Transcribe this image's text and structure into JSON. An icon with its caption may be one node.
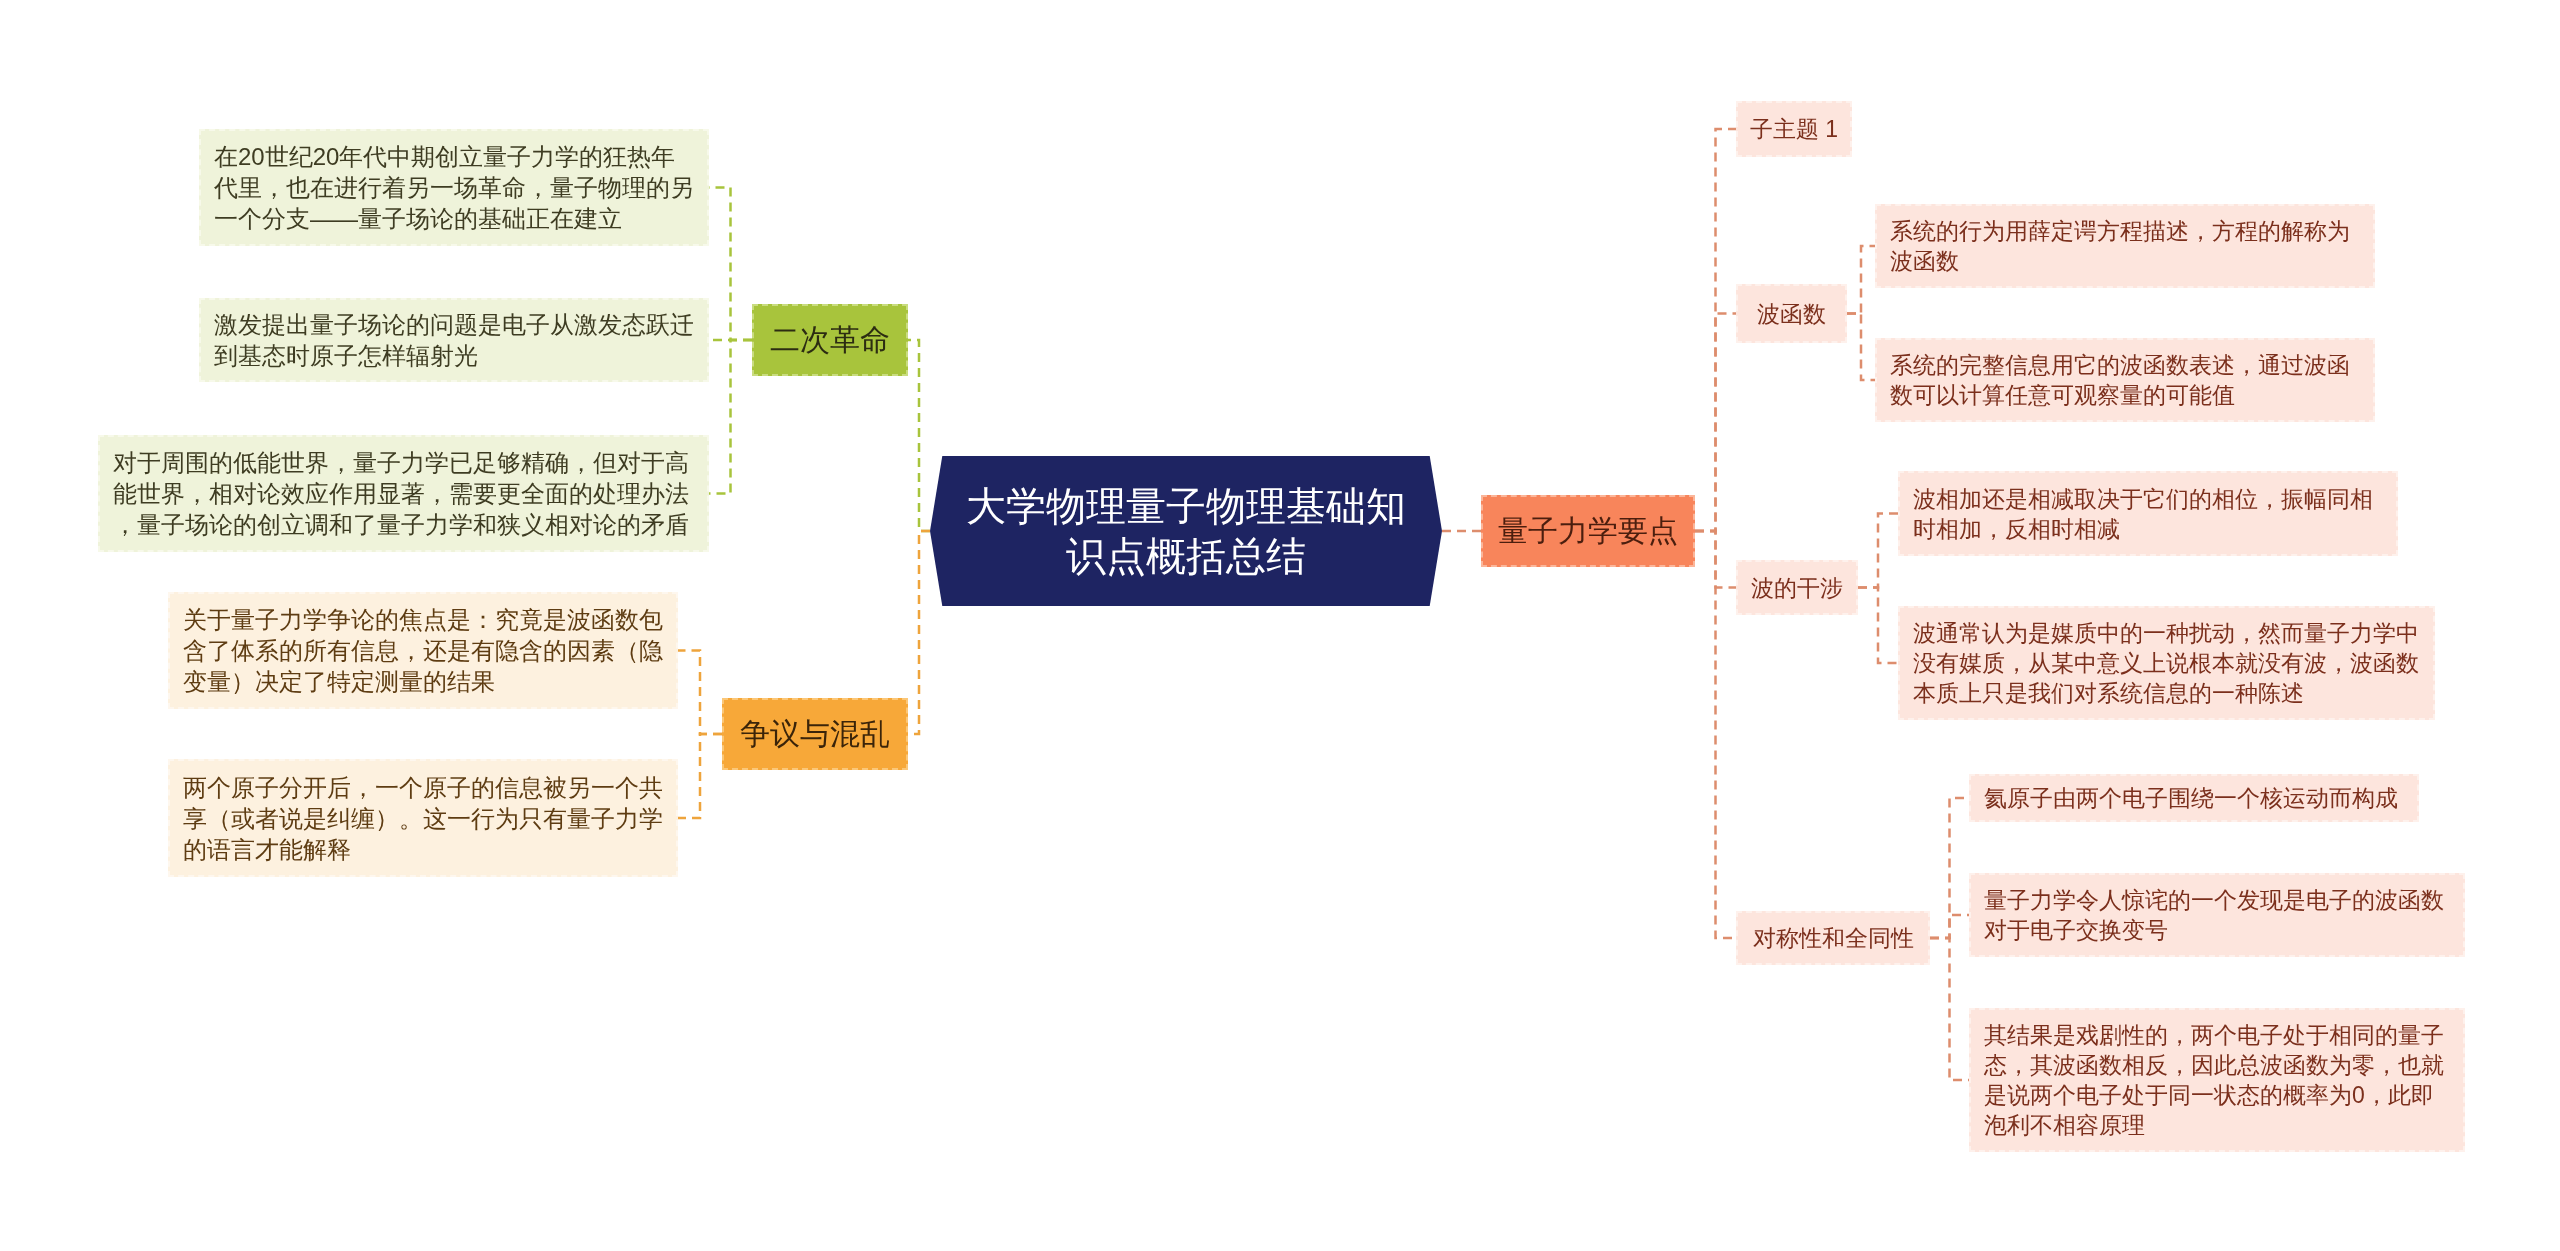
{
  "diagram": {
    "nodes": [
      {
        "text": [
          "大学物理量子物理基础知识点概括总结"
        ]
      },
      {
        "text": [
          "二次革命"
        ]
      },
      {
        "text": [
          "在20世纪20年代中期创立量子力学的狂热年代里，也在进行着另一场革命，量子物理的另一个分支——量子场论的基础正在建立"
        ]
      },
      {
        "text": [
          "激发提出量子场论的问题是电子从激发态跃迁到基态时原子怎样辐射光"
        ]
      },
      {
        "text": [
          "对于周围的低能世界，量子力学已足够精确，但对于高能世界，相对论效应作用显著，需要更全面的处理办法，量子场论的创立调和了量子力学和狭义相对论的矛盾"
        ]
      },
      {
        "text": [
          "争议与混乱"
        ]
      },
      {
        "text": [
          "关于量子力学争论的焦点是：究竟是波函数包含了体系的所有信息，还是有隐含的因素（隐变量）决定了特定测量的结果"
        ]
      },
      {
        "text": [
          "两个原子分开后，一个原子的信息被另一个共享（或者说是纠缠）。这一行为只有量子力学的语言才能解释"
        ]
      },
      {
        "text": [
          "量子力学要点"
        ]
      },
      {
        "text": [
          "子主题 1"
        ]
      },
      {
        "text": [
          "波函数"
        ]
      },
      {
        "text": [
          "系统的行为用薛定谔方程描述，方程的解称为波函数"
        ]
      },
      {
        "text": [
          "系统的完整信息用它的波函数表述，通过波函数可以计算任意可观察量的可能值"
        ]
      },
      {
        "text": [
          "波的干涉"
        ]
      },
      {
        "text": [
          "波相加还是相减取决于它们的相位，振幅同相时相加，反相时相减"
        ]
      },
      {
        "text": [
          "波通常认为是媒质中的一种扰动，然而量子力学中没有媒质，从某中意义上说根本就没有波，波函数本质上只是我们对系统信息的一种陈述"
        ]
      },
      {
        "text": [
          "对称性和全同性"
        ]
      },
      {
        "text": [
          "氦原子由两个电子围绕一个核运动而构成"
        ]
      },
      {
        "text": [
          "量子力学令人惊诧的一个发现是电子的波函数对于电子交换变号"
        ]
      },
      {
        "text": [
          "其结果是戏剧性的，两个电子处于相同的量子态，其波函数相反，因此总波函数为零，也就是说两个电子处于同一状态的概率为0，此即泡利不相容原理"
        ]
      }
    ],
    "edges": [
      {
        "from": 0,
        "to": 1,
        "arrow": "none",
        "style": "dashed",
        "color": "#a8c43c"
      },
      {
        "from": 1,
        "to": 2,
        "arrow": "none",
        "style": "dashed",
        "color": "#a8c43c"
      },
      {
        "from": 1,
        "to": 3,
        "arrow": "none",
        "style": "dashed",
        "color": "#a8c43c"
      },
      {
        "from": 1,
        "to": 4,
        "arrow": "none",
        "style": "dashed",
        "color": "#a8c43c"
      },
      {
        "from": 0,
        "to": 5,
        "arrow": "none",
        "style": "dashed",
        "color": "#eea43c"
      },
      {
        "from": 5,
        "to": 6,
        "arrow": "none",
        "style": "dashed",
        "color": "#eea43c"
      },
      {
        "from": 5,
        "to": 7,
        "arrow": "none",
        "style": "dashed",
        "color": "#eea43c"
      },
      {
        "from": 0,
        "to": 8,
        "arrow": "none",
        "style": "dashed"
      },
      {
        "from": 8,
        "to": 9,
        "arrow": "none",
        "style": "dashed"
      },
      {
        "from": 8,
        "to": 10,
        "arrow": "none",
        "style": "dashed"
      },
      {
        "from": 10,
        "to": 11,
        "arrow": "none",
        "style": "dashed"
      },
      {
        "from": 10,
        "to": 12,
        "arrow": "none",
        "style": "dashed"
      },
      {
        "from": 8,
        "to": 13,
        "arrow": "none",
        "style": "dashed"
      },
      {
        "from": 13,
        "to": 14,
        "arrow": "none",
        "style": "dashed"
      },
      {
        "from": 13,
        "to": 15,
        "arrow": "none",
        "style": "dashed"
      },
      {
        "from": 8,
        "to": 16,
        "arrow": "none",
        "style": "dashed"
      },
      {
        "from": 16,
        "to": 17,
        "arrow": "none",
        "style": "dashed"
      },
      {
        "from": 16,
        "to": 18,
        "arrow": "none",
        "style": "dashed"
      },
      {
        "from": 16,
        "to": 19,
        "arrow": "none",
        "style": "dashed"
      }
    ]
  }
}
